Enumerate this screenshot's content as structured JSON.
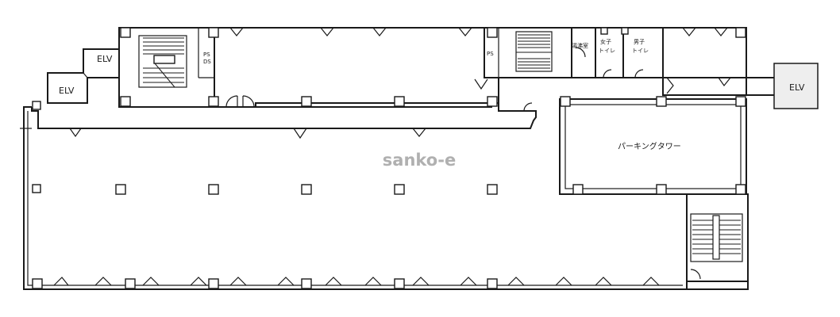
{
  "labels": {
    "elv_left_upper": "ELV",
    "elv_left_lower": "ELV",
    "elv_right": "ELV",
    "ps_left": "PS",
    "ds_left": "DS",
    "ps_right": "PS",
    "hot_water_room": "湯沸室",
    "womens_toilet_line1": "女子",
    "womens_toilet_line2": "トイレ",
    "mens_toilet_line1": "男子",
    "mens_toilet_line2": "トイレ",
    "parking_tower": "パーキングタワー"
  },
  "watermark": "sanko-e",
  "colors": {
    "line": "#1a1a1a",
    "watermark": "#b0b0b0",
    "background": "#ffffff"
  }
}
